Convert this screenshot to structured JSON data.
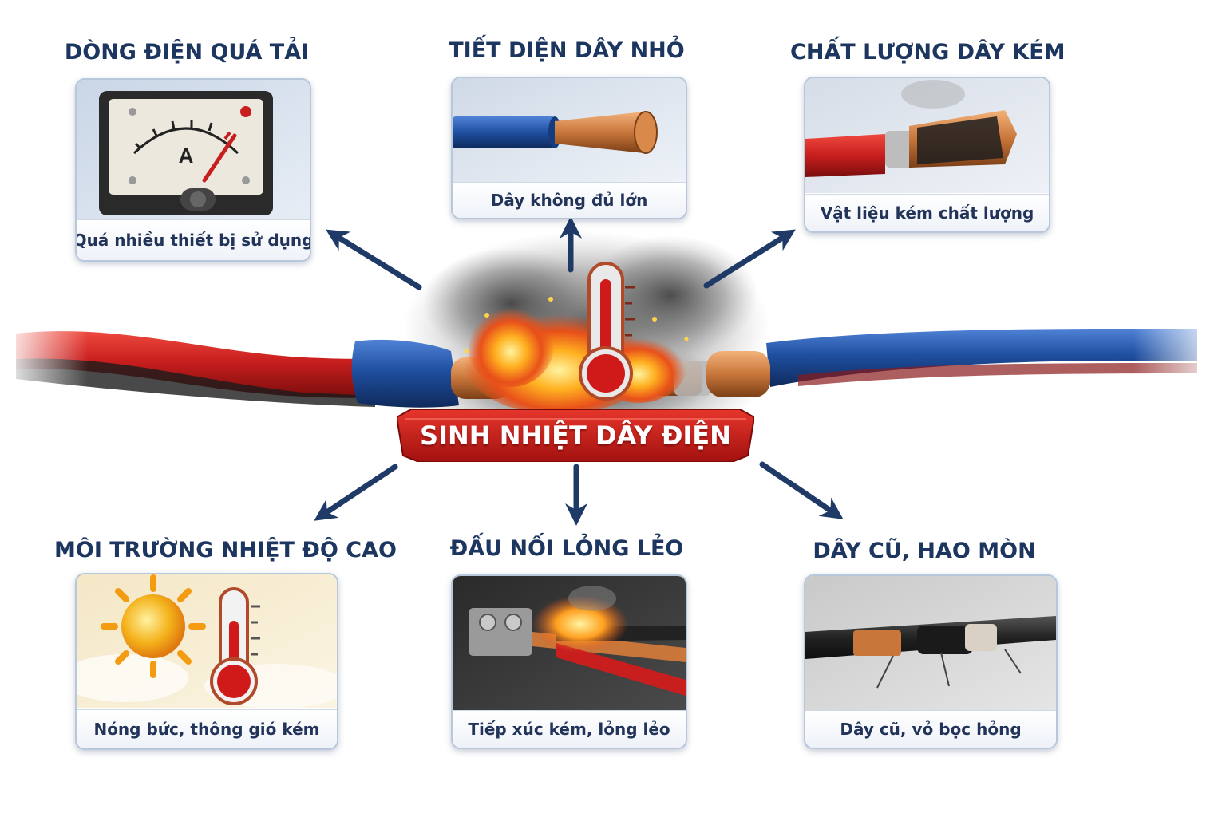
{
  "center": {
    "label": "SINH NHIỆT DÂY ĐIỆN"
  },
  "causes": [
    {
      "title": "DÒNG ĐIỆN QUÁ TẢI",
      "caption": "Quá nhiều thiết bị sử dụng",
      "icon": "ammeter-icon"
    },
    {
      "title": "TIẾT DIỆN DÂY NHỎ",
      "caption": "Dây không đủ lớn",
      "icon": "thin-wire-icon"
    },
    {
      "title": "CHẤT LƯỢNG DÂY KÉM",
      "caption": "Vật liệu kém chất lượng",
      "icon": "burnt-red-wire-icon"
    },
    {
      "title": "MÔI TRƯỜNG NHIỆT ĐỘ CAO",
      "caption": "Nóng bức, thông gió kém",
      "icon": "sun-thermometer-icon"
    },
    {
      "title": "ĐẤU NỐI LỎNG LẺO",
      "caption": "Tiếp xúc kém, lỏng lẻo",
      "icon": "loose-terminal-icon"
    },
    {
      "title": "DÂY CŨ, HAO MÒN",
      "caption": "Dây cũ, vỏ bọc hỏng",
      "icon": "worn-black-wire-icon"
    }
  ],
  "colors": {
    "title_text": "#1d3660",
    "arrow": "#1f3a66",
    "banner_red": "#c8201c",
    "wire_red": "#c81e1e",
    "wire_blue": "#1f4fa0",
    "copper": "#c8763a"
  },
  "images": {
    "ammeter_letter": "A"
  }
}
